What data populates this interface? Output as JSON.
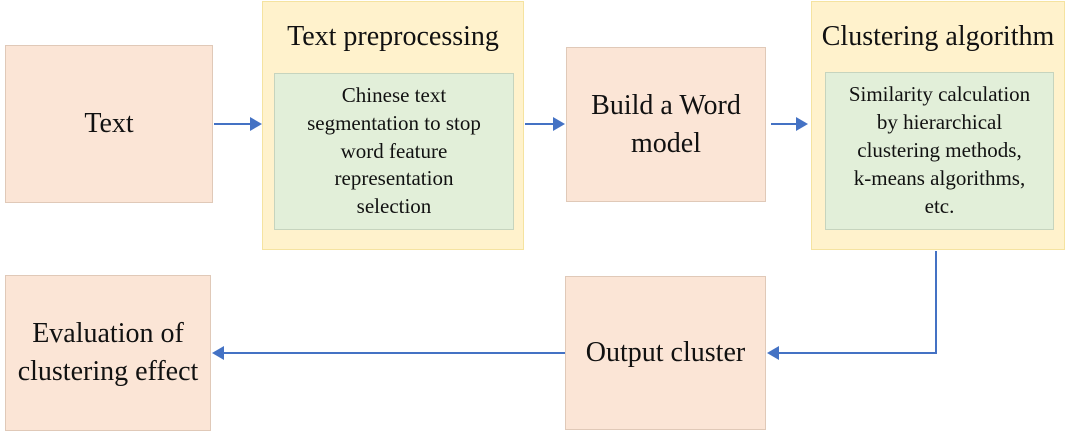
{
  "diagram": {
    "nodes": {
      "text": {
        "label": "Text"
      },
      "preprocessing": {
        "title": "Text preprocessing",
        "detail": "Chinese text\nsegmentation to stop\nword feature\nrepresentation\nselection"
      },
      "build_model": {
        "label": "Build a Word\nmodel"
      },
      "clustering": {
        "title": "Clustering algorithm",
        "detail": "Similarity calculation\nby hierarchical\nclustering methods,\nk-means algorithms,\netc."
      },
      "output": {
        "label": "Output cluster"
      },
      "evaluation": {
        "label": "Evaluation of\nclustering effect"
      }
    },
    "edges": [
      {
        "from": "Text",
        "to": "Text preprocessing"
      },
      {
        "from": "Text preprocessing",
        "to": "Build a Word model"
      },
      {
        "from": "Build a Word model",
        "to": "Clustering algorithm"
      },
      {
        "from": "Clustering algorithm",
        "to": "Output cluster"
      },
      {
        "from": "Output cluster",
        "to": "Evaluation of clustering effect"
      }
    ],
    "colors": {
      "process_fill": "#fbe5d6",
      "process_border": "#e0c9b8",
      "stage_fill": "#fff2cc",
      "stage_border": "#f5e3a0",
      "detail_fill": "#e2efd9",
      "detail_border": "#c6d4be",
      "arrow": "#4472c4",
      "ink": "#111111"
    }
  }
}
